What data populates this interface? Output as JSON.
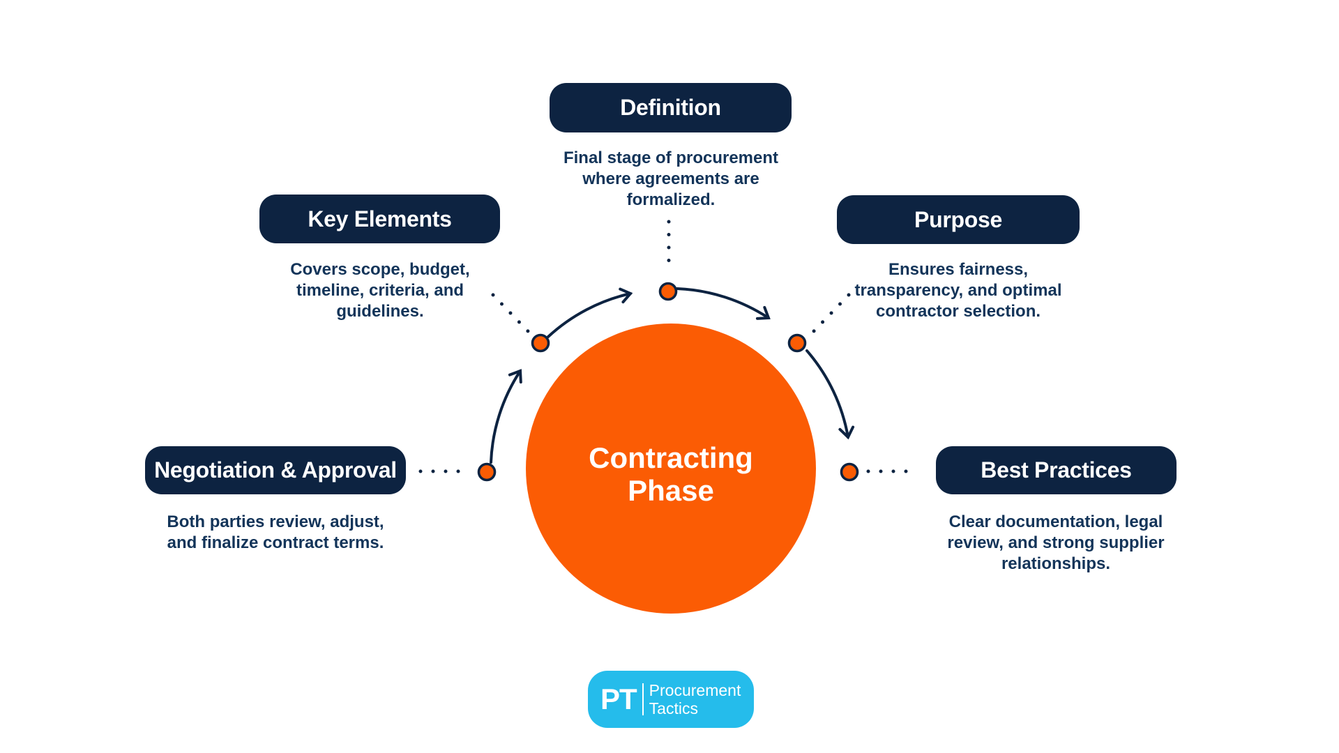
{
  "title": "Contracting Phase",
  "center": {
    "lines": [
      "Contracting",
      "Phase"
    ]
  },
  "nodes": [
    {
      "id": "definition",
      "title": "Definition",
      "lines": [
        "Final stage of procurement",
        "where agreements are",
        "formalized."
      ]
    },
    {
      "id": "key-elements",
      "title": "Key Elements",
      "lines": [
        "Covers scope, budget,",
        "timeline, criteria, and",
        "guidelines."
      ]
    },
    {
      "id": "purpose",
      "title": "Purpose",
      "lines": [
        "Ensures fairness,",
        "transparency, and optimal",
        "contractor selection."
      ]
    },
    {
      "id": "negotiation-approval",
      "title": "Negotiation & Approval",
      "lines": [
        "Both parties review, adjust,",
        "and finalize contract terms."
      ]
    },
    {
      "id": "best-practices",
      "title": "Best Practices",
      "lines": [
        "Clear documentation, legal",
        "review, and strong supplier",
        "relationships."
      ]
    }
  ],
  "logo": {
    "monogram": "PT",
    "lines": [
      "Procurement",
      "Tactics"
    ]
  },
  "colors": {
    "navy": "#0d2341",
    "text_navy": "#133459",
    "orange": "#fb5c04",
    "cyan": "#25bceb",
    "background": "#ffffff"
  }
}
